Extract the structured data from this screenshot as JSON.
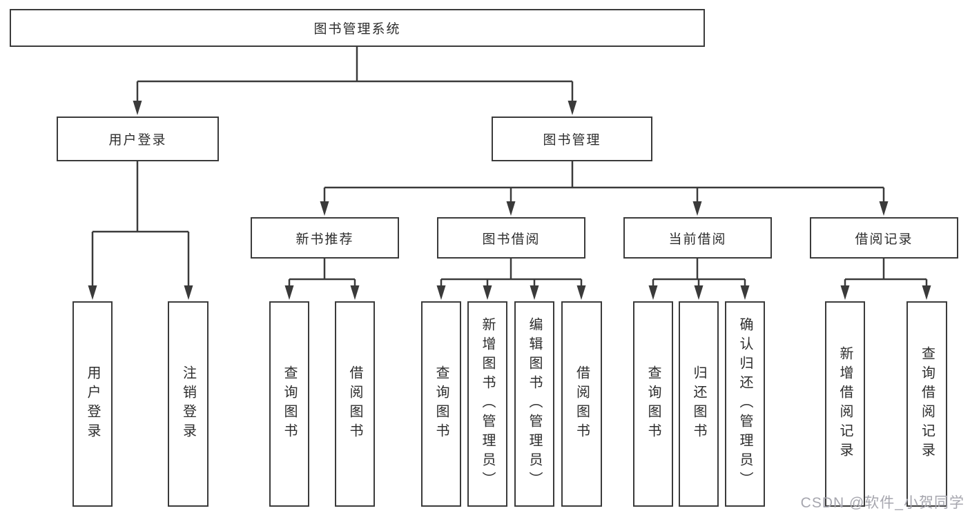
{
  "diagram_title": "图书管理系统",
  "tree": {
    "root": {
      "label": "图书管理系统"
    },
    "branches": [
      {
        "label": "用户登录",
        "children": [
          {
            "label": "用户登录"
          },
          {
            "label": "注销登录"
          }
        ]
      },
      {
        "label": "图书管理",
        "children": [
          {
            "label": "新书推荐",
            "children": [
              {
                "label": "查询图书"
              },
              {
                "label": "借阅图书"
              }
            ]
          },
          {
            "label": "图书借阅",
            "children": [
              {
                "label": "查询图书"
              },
              {
                "label": "新增图书（管理员）"
              },
              {
                "label": "编辑图书（管理员）"
              },
              {
                "label": "借阅图书"
              }
            ]
          },
          {
            "label": "当前借阅",
            "children": [
              {
                "label": "查询图书"
              },
              {
                "label": "归还图书"
              },
              {
                "label": "确认归还（管理员）"
              }
            ]
          },
          {
            "label": "借阅记录",
            "children": [
              {
                "label": "新增借阅记录"
              },
              {
                "label": "查询借阅记录"
              }
            ]
          }
        ]
      }
    ]
  },
  "watermark": "CSDN @软件_小贺同学",
  "colors": {
    "line": "#3a3a3a",
    "border": "#3a3a3a",
    "text": "#2d2d2d",
    "watermark": "#a6a6ae",
    "background": "#ffffff"
  }
}
